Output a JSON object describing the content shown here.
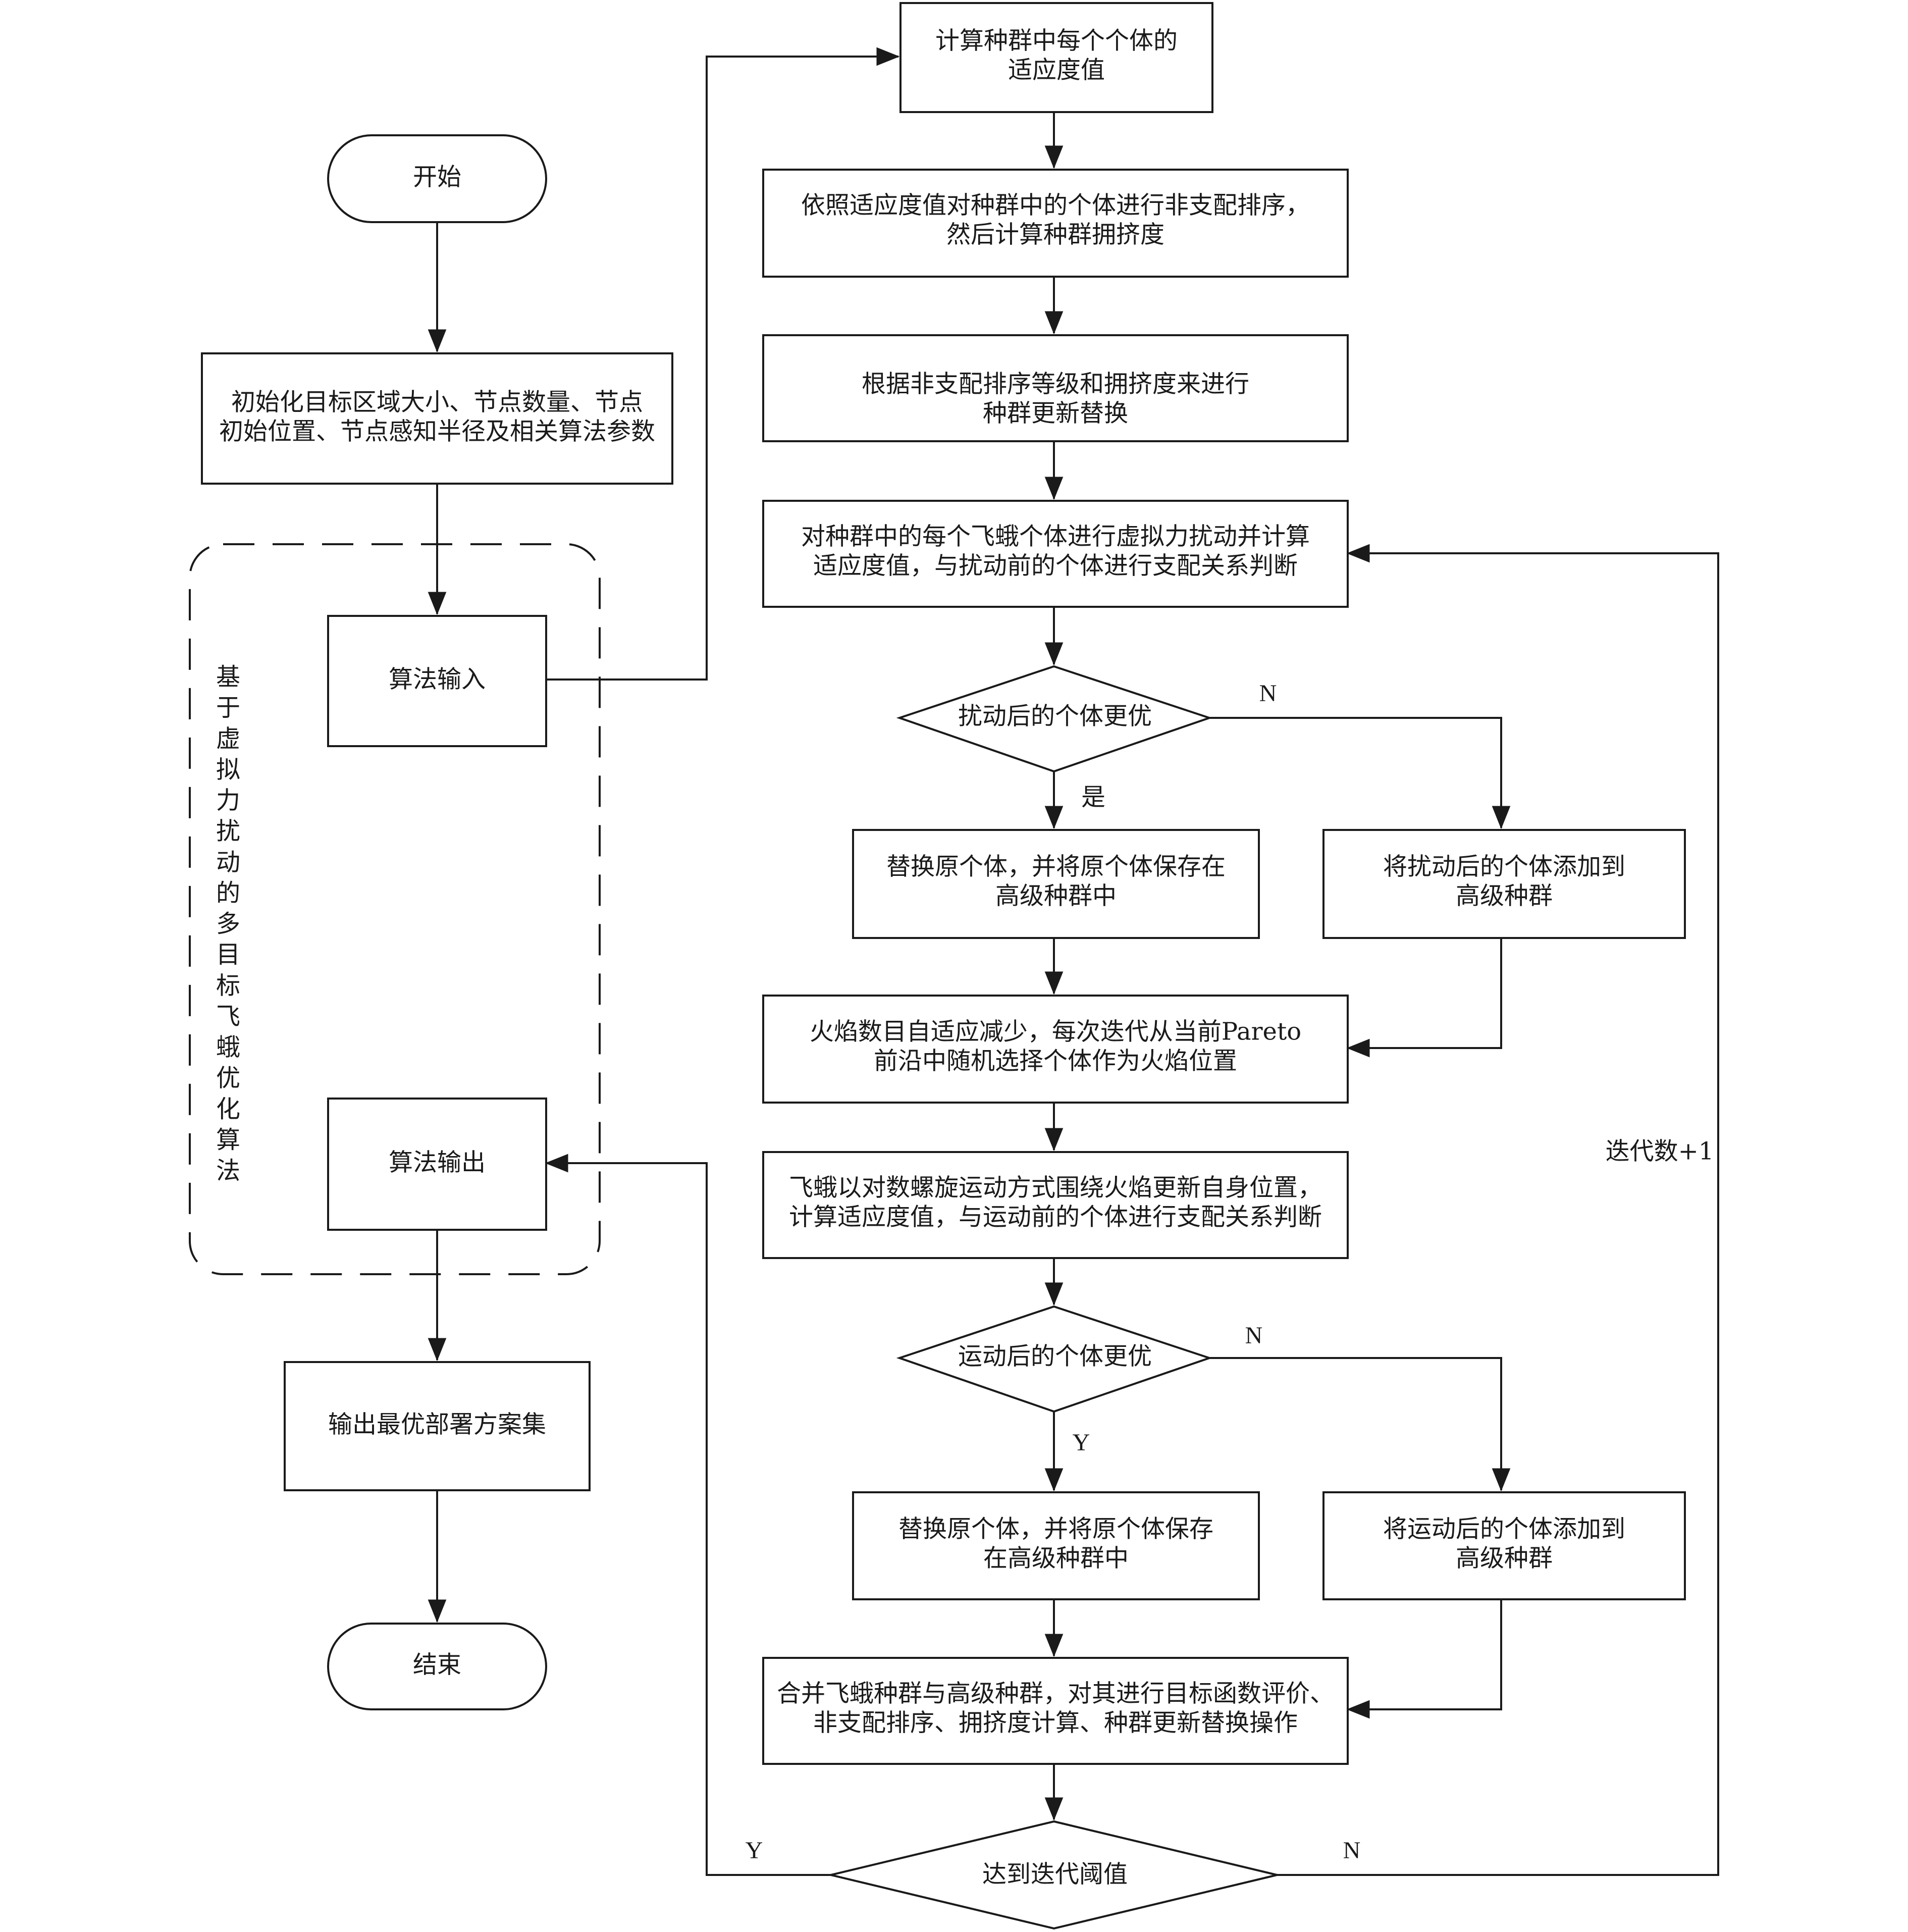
{
  "start": "开始",
  "init": [
    "初始化目标区域大小、节点数量、节点",
    "初始位置、节点感知半径及相关算法参数"
  ],
  "algo_input": "算法输入",
  "algo_output": "算法输出",
  "dashed_group_label": "基于虚拟力扰动的多目标飞蛾优化算法",
  "output_best": "输出最优部署方案集",
  "end": "结束",
  "fitness": [
    "计算种群中每个个体的",
    "适应度值"
  ],
  "sort": [
    "依照适应度值对种群中的个体进行非支配排序，",
    "然后计算种群拥挤度"
  ],
  "update": [
    "根据非支配排序等级和拥挤度来进行",
    "种群更新替换"
  ],
  "perturb": [
    "对种群中的每个飞蛾个体进行虚拟力扰动并计算",
    "适应度值，与扰动前的个体进行支配关系判断"
  ],
  "decision1": "扰动后的个体更优",
  "decision1_yes": "是",
  "decision1_no": "N",
  "replace1": [
    "替换原个体，并将原个体保存在",
    "高级种群中"
  ],
  "add1": [
    "将扰动后的个体添加到",
    "高级种群"
  ],
  "flame": [
    "火焰数目自适应减少，每次迭代从当前Pareto",
    "前沿中随机选择个体作为火焰位置"
  ],
  "spiral": [
    "飞蛾以对数螺旋运动方式围绕火焰更新自身位置，",
    "计算适应度值，与运动前的个体进行支配关系判断"
  ],
  "decision2": "运动后的个体更优",
  "decision2_yes": "Y",
  "decision2_no": "N",
  "replace2": [
    "替换原个体，并将原个体保存",
    "在高级种群中"
  ],
  "add2": [
    "将运动后的个体添加到",
    "高级种群"
  ],
  "merge": [
    "合并飞蛾种群与高级种群，对其进行目标函数评价、",
    "非支配排序、拥挤度计算、种群更新替换操作"
  ],
  "decision3": "达到迭代阈值",
  "decision3_yes": "Y",
  "decision3_no": "N",
  "iter_label": "迭代数+1"
}
